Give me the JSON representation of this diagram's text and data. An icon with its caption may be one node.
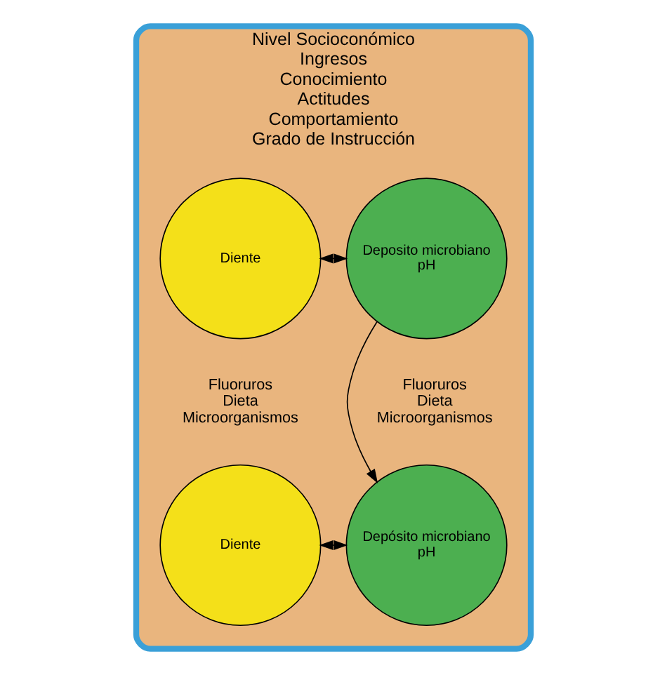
{
  "diagram": {
    "nodes": [
      {
        "text": [
          "Nivel Socioconómico",
          "Ingresos",
          "Conocimiento",
          "Actitudes",
          "Comportamiento",
          "Grado de Instrucción"
        ]
      },
      {
        "text": [
          "Deposito microbiano",
          "pH"
        ],
        "in": 0
      },
      {
        "text": [
          "Diente"
        ],
        "in": 0
      },
      {
        "text": [
          "Depósito microbiano",
          "pH"
        ],
        "in": 0
      },
      {
        "text": [
          "Diente"
        ],
        "in": 0
      }
    ],
    "edges": [
      {
        "from": 1,
        "to": 2,
        "arrow": "both"
      },
      {
        "from": 1,
        "to": 3,
        "arrow": "to"
      },
      {
        "from": 3,
        "to": 4,
        "arrow": "both"
      }
    ],
    "labels": [
      "Fluoruros Dieta Microorganismos",
      "Fluoruros Dieta Microorganismos"
    ]
  }
}
